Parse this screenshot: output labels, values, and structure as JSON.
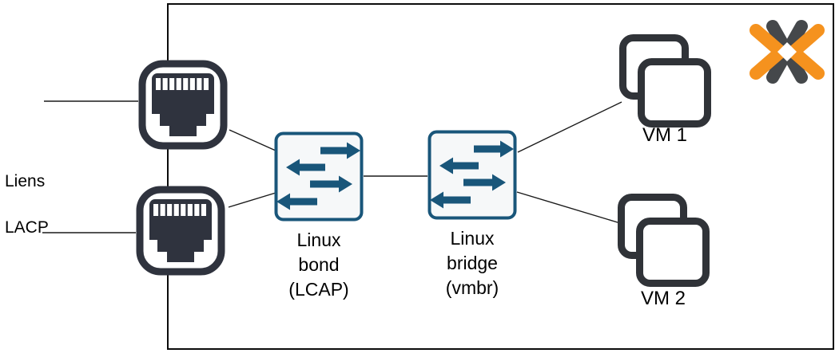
{
  "diagram": {
    "title": "Proxmox LACP bond and bridge network diagram",
    "labels": {
      "liens_line1": "Liens",
      "liens_line2": "LACP",
      "bond": "Linux\nbond\n(LCAP)",
      "bridge": "Linux\nbridge\n(vmbr)",
      "vm1": "VM 1",
      "vm2": "VM 2"
    },
    "icons": {
      "ethernet_port": "rj45-socket-glyph",
      "switch": "four-staggered-exchange-arrows",
      "vm": "two-stacked-rounded-windows",
      "proxmox_logo": "interlocked-orange-gray-x"
    },
    "colors": {
      "switch_teal": "#19567a",
      "switch_fill": "#f6f8f9",
      "port_dark": "#2f333e",
      "vm_dark": "#303338",
      "proxmox_orange": "#f5921e",
      "proxmox_gray": "#45484b",
      "line": "#1a1a1a",
      "text": "#000000"
    }
  }
}
